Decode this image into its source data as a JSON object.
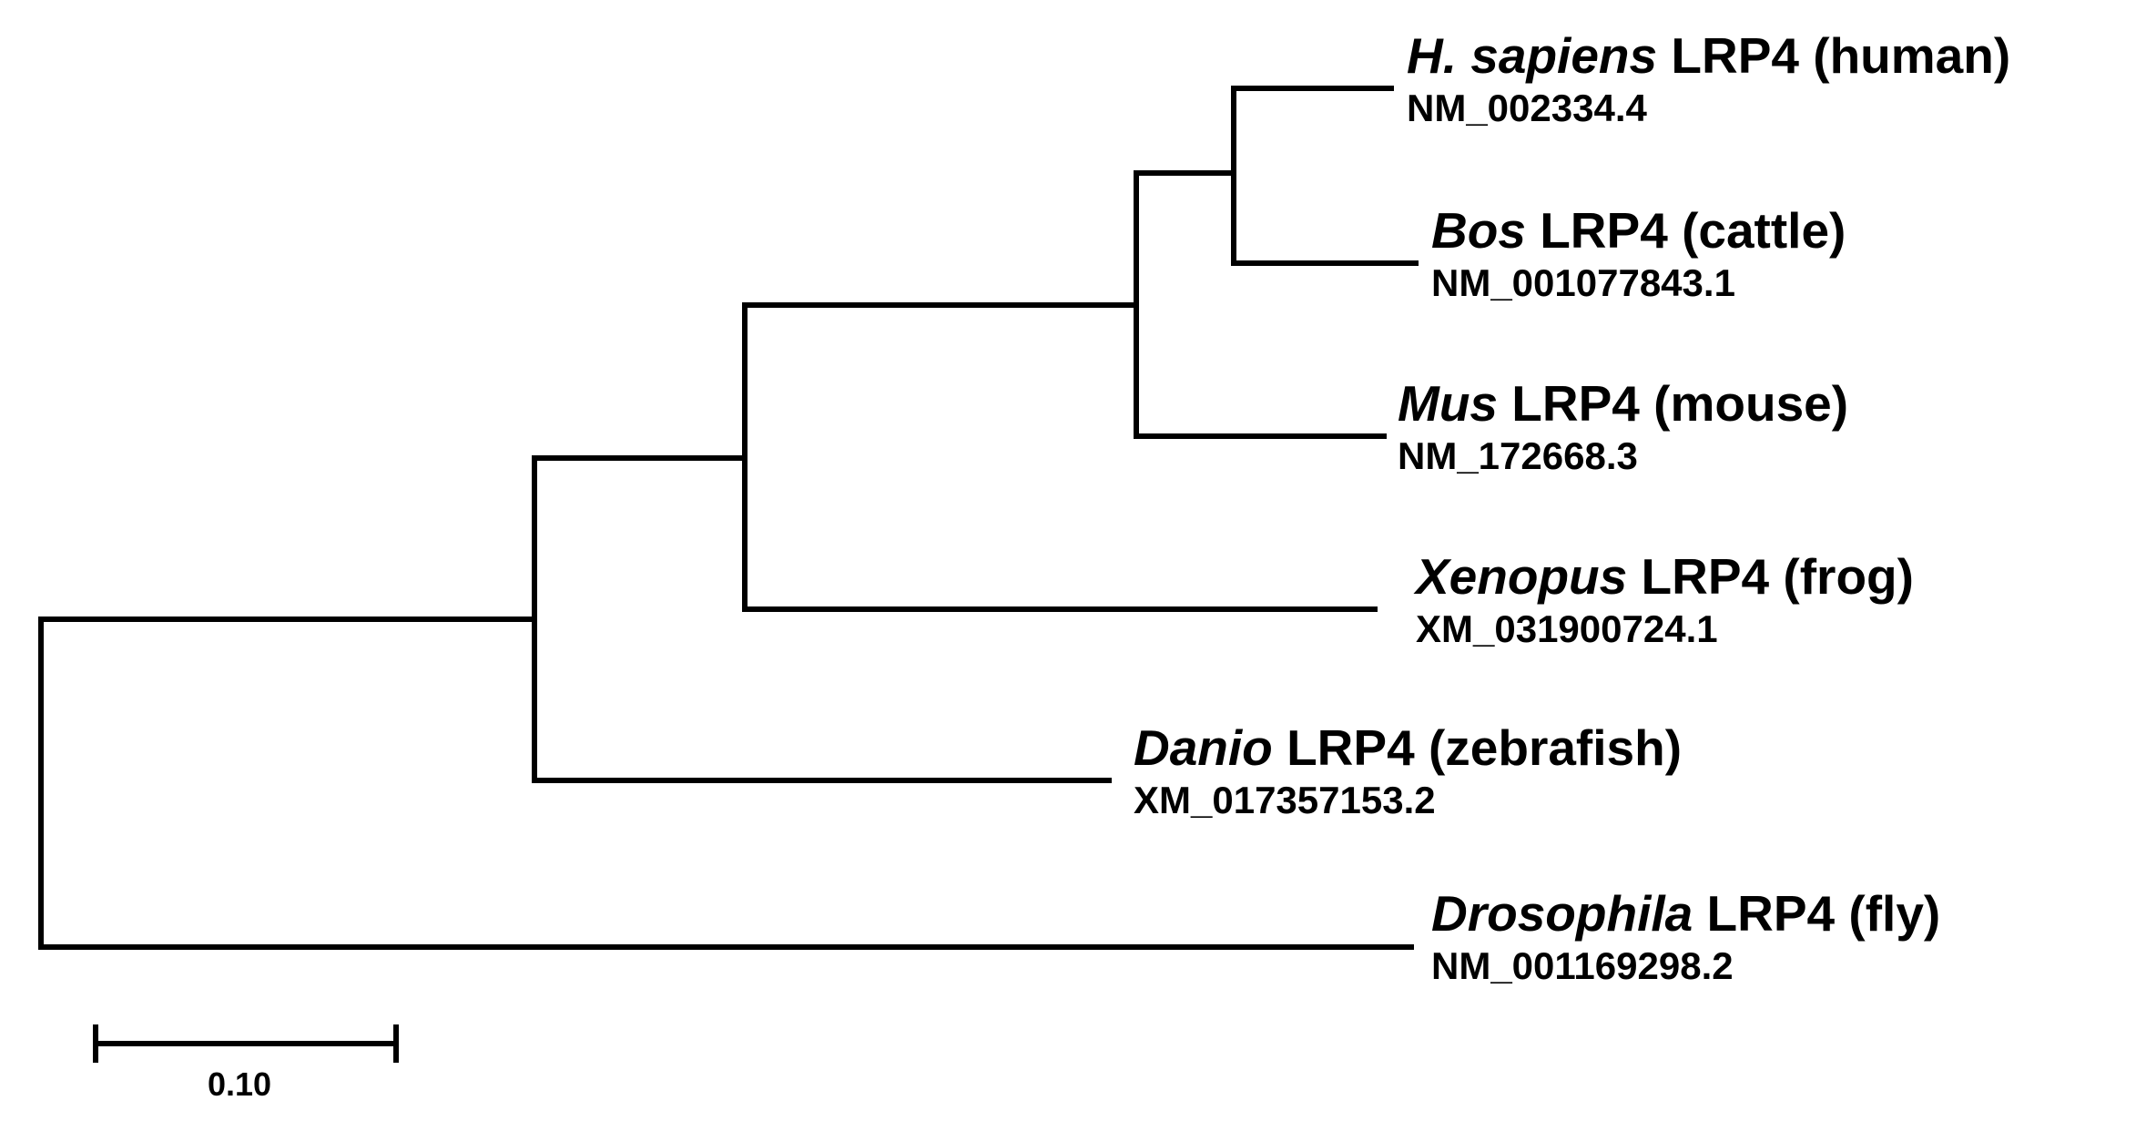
{
  "tree": {
    "taxa": [
      {
        "genus": "H. sapiens",
        "gene": "LRP4",
        "common": "(human)",
        "accession": "NM_002334.4"
      },
      {
        "genus": "Bos",
        "gene": "LRP4",
        "common": "(cattle)",
        "accession": "NM_001077843.1"
      },
      {
        "genus": "Mus",
        "gene": "LRP4",
        "common": "(mouse)",
        "accession": "NM_172668.3"
      },
      {
        "genus": "Xenopus",
        "gene": "LRP4",
        "common": "(frog)",
        "accession": "XM_031900724.1"
      },
      {
        "genus": "Danio",
        "gene": "LRP4",
        "common": "(zebrafish)",
        "accession": "XM_017357153.2"
      },
      {
        "genus": "Drosophila",
        "gene": "LRP4",
        "common": "(fly)",
        "accession": "NM_001169298.2"
      }
    ]
  },
  "scale_bar": {
    "label": "0.10",
    "value": 0.1
  },
  "colors": {
    "line": "#000000",
    "text": "#000000",
    "background": "#ffffff"
  }
}
